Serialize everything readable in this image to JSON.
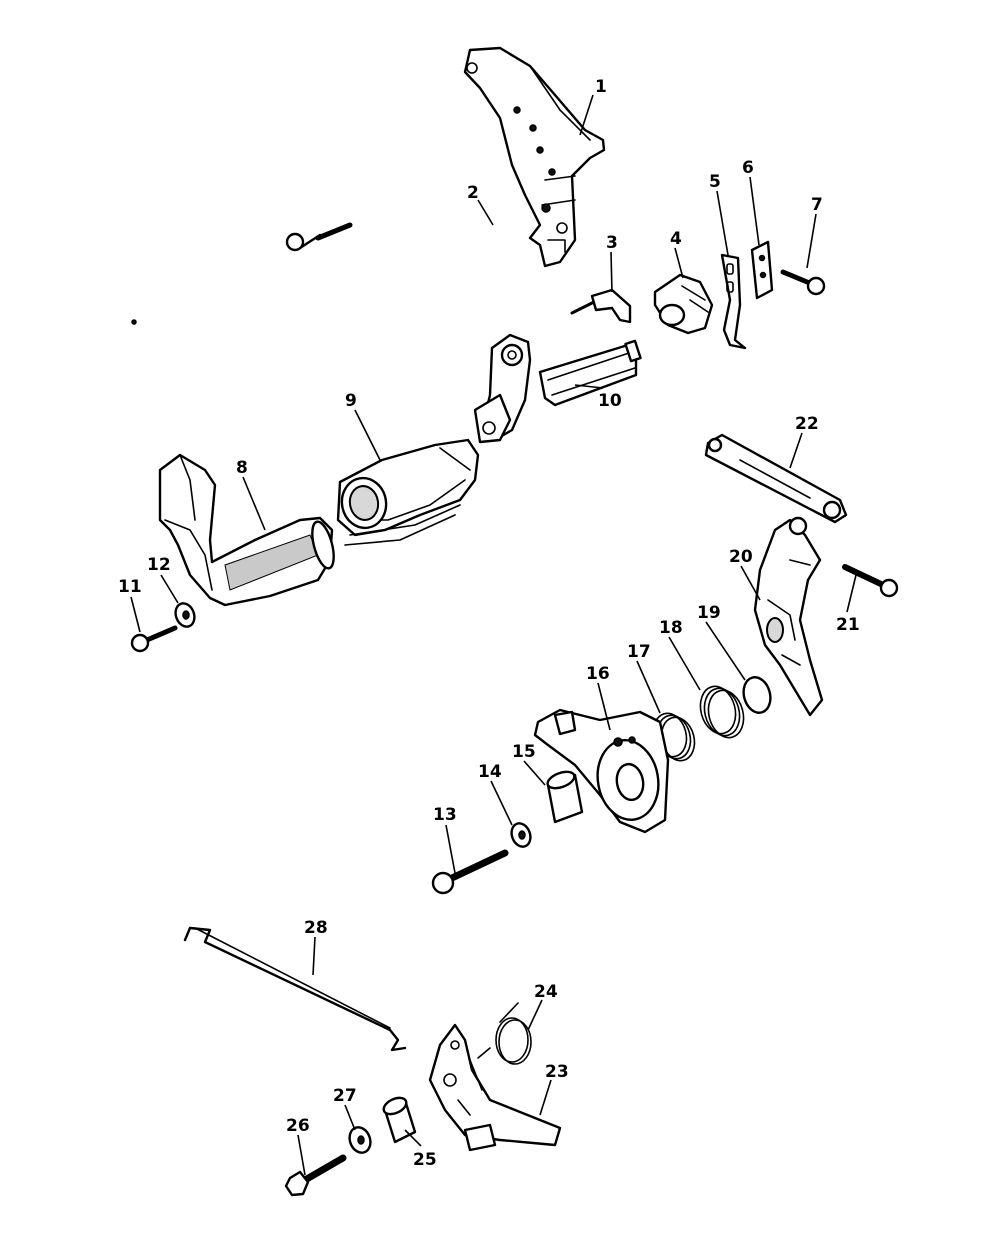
{
  "labels": {
    "1": "1",
    "2": "2",
    "3": "3",
    "4": "4",
    "5": "5",
    "6": "6",
    "7": "7",
    "8": "8",
    "9": "9",
    "10": "10",
    "11": "11",
    "12": "12",
    "13": "13",
    "14": "14",
    "15": "15",
    "16": "16",
    "17": "17",
    "18": "18",
    "19": "19",
    "20": "20",
    "21": "21",
    "22": "22",
    "23": "23",
    "24": "24",
    "25": "25",
    "26": "26",
    "27": "27",
    "28": "28"
  }
}
